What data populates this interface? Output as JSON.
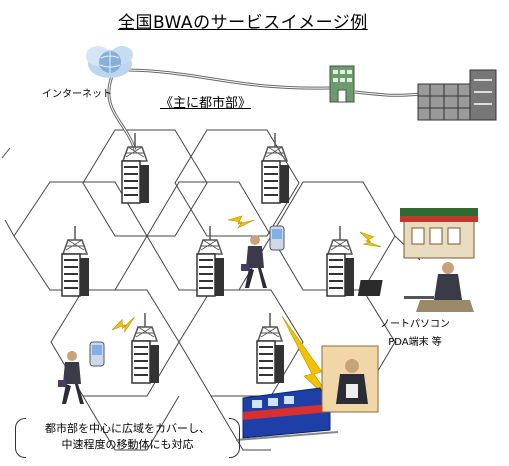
{
  "title": "全国BWAのサービスイメージ例",
  "labels": {
    "internet": "インターネット",
    "region": "《主に都市部》",
    "device_line1": "ノートパソコン",
    "device_line2": "PDA端末 等",
    "caption_line1": "都市部を中心に広域をカバーし、",
    "caption_line2": "中速程度の移動体にも対応"
  },
  "icons": [
    "cloud-globe-icon",
    "office-building-icon",
    "factory-building-icon",
    "antenna-tower-icon",
    "mobile-user-icon",
    "notebook-user-icon",
    "train-icon",
    "lightning-bolt-icon"
  ],
  "colors": {
    "cell_edge": "#444444",
    "tower": "#555555",
    "bolt": "#f2c200",
    "train": "#1e3fa8",
    "building": "#5b8a5b"
  }
}
